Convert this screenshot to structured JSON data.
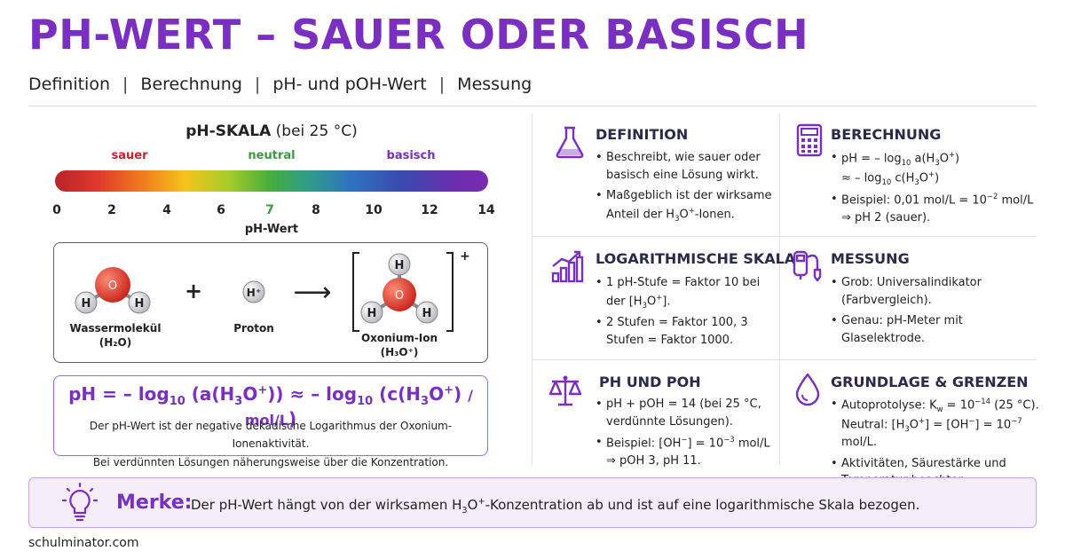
{
  "title": "pH-Wert – sauer oder basisch",
  "nav": [
    "Definition",
    "Berechnung",
    "pH- und pOH-Wert",
    "Messung"
  ],
  "scale": {
    "title_bold": "pH-SKALA",
    "title_rest": "(bei 25 °C)",
    "labels": {
      "acid": "sauer",
      "neutral": "neutral",
      "base": "basisch"
    },
    "ticks": [
      "0",
      "2",
      "4",
      "6",
      "7",
      "8",
      "10",
      "12",
      "14"
    ],
    "axis_label": "pH-Wert",
    "colors": {
      "acid": "#c8232a",
      "neutral": "#3a9a3d",
      "base": "#7a2fc0"
    }
  },
  "reaction": {
    "water_label": "Wassermolekül",
    "water_formula": "(H₂O)",
    "plus": "+",
    "proton_label": "Proton",
    "proton_symbol": "H⁺",
    "arrow": "⟶",
    "oxonium_label": "Oxonium-Ion",
    "oxonium_formula": "(H₃O⁺)",
    "charge": "+",
    "atom_o": "O",
    "atom_h": "H"
  },
  "formula": {
    "desc_line1": "Der pH-Wert ist der negative dekadische Logarithmus der Oxonium-Ionenaktivität.",
    "desc_line2": "Bei verdünnten Lösungen näherungsweise über die Konzentration."
  },
  "cards": {
    "definition": {
      "title": "DEFINITION",
      "items": [
        "Beschreibt, wie sauer oder basisch eine Lösung wirkt.",
        "Maßgeblich ist der wirksame Anteil der H₃O⁺-Ionen."
      ]
    },
    "berechnung": {
      "title": "BERECHNUNG"
    },
    "log": {
      "title": "LOGARITHMISCHE SKALA",
      "item2": "2 Stufen = Faktor 100, 3 Stufen = Faktor 1000."
    },
    "messung": {
      "title": "MESSUNG",
      "items": [
        "Grob: Universalindikator (Farbvergleich).",
        "Genau: pH-Meter mit Glaselektrode."
      ]
    },
    "phpoh": {
      "title": "PH UND POH",
      "item1": "pH + pOH = 14 (bei 25 °C, verdünnte Lösungen)."
    },
    "grundlage": {
      "title": "GRUNDLAGE & GRENZEN",
      "item2": "Aktivitäten, Säurestärke und Temperatur beachten."
    }
  },
  "merke": {
    "label": "Merke:",
    "text_before": "Der pH-Wert hängt von der wirksamen H",
    "text_after": "-Konzentration ab und ist auf eine logarithmische Skala bezogen."
  },
  "footer": "schulminator.com",
  "accent": "#7a2fc0"
}
